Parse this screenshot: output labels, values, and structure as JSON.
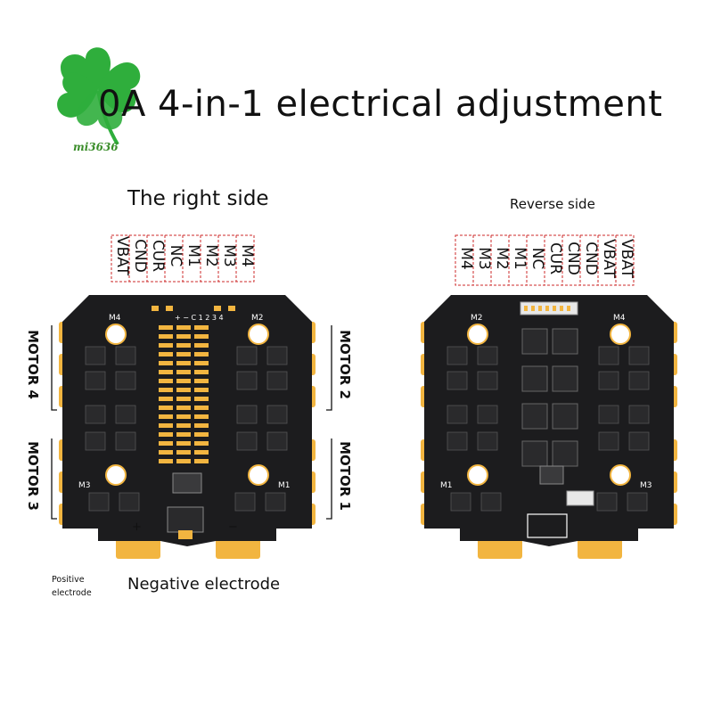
{
  "title": "0A 4-in-1 electrical adjustment",
  "watermark": "mi3636",
  "right_side_label": "The right side",
  "reverse_side_label": "Reverse side",
  "positive_label_line1": "Positive",
  "positive_label_line2": "electrode",
  "negative_label": "Negative electrode",
  "left_pins": [
    "VBAT",
    "CND",
    "CUR",
    "NC",
    "M1",
    "M2",
    "M3",
    "M4"
  ],
  "right_pins": [
    "M4",
    "M3",
    "M2",
    "M1",
    "NC",
    "CUR",
    "CND",
    "CND",
    "VBAT",
    "VBAT"
  ],
  "motors": {
    "motor4": "MOTOR 4",
    "motor3": "MOTOR 3",
    "motor2": "MOTOR 2",
    "motor1": "MOTOR 1"
  },
  "board_marks": {
    "m4": "M4",
    "m2": "M2",
    "m3": "M3",
    "m1": "M1",
    "plus": "+",
    "minus": "−",
    "header": "+ − C 1 2 3 4"
  },
  "colors": {
    "pcb": "#1c1c1e",
    "gold": "#f2b540",
    "red_dash": "#cc2a2a",
    "leaf": "#2fae3c"
  }
}
